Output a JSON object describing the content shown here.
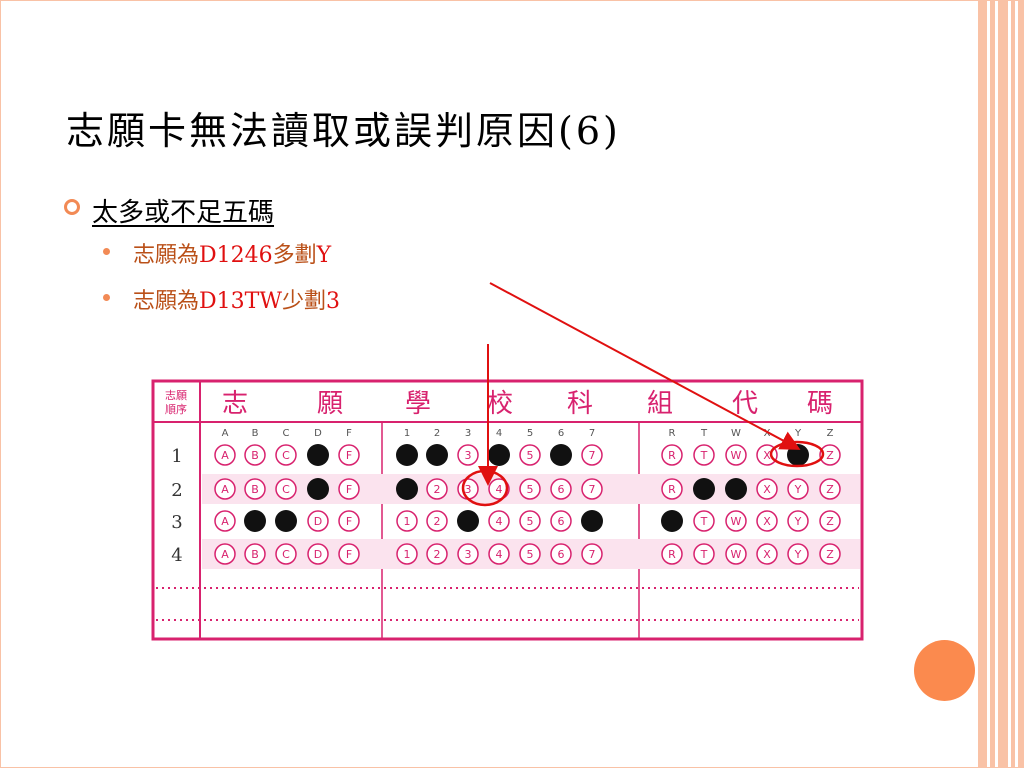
{
  "slide": {
    "title": "志願卡無法讀取或誤判原因(6)",
    "bullet": "太多或不足五碼",
    "sub1": {
      "prefix": "志願為",
      "code": "D1246",
      "suffix": "多劃",
      "extra": "Y"
    },
    "sub2": {
      "prefix": "志願為",
      "code": "D13TW",
      "suffix": "少劃",
      "extra": "3"
    }
  },
  "card": {
    "header_label_top": "志願",
    "header_label_bottom": "順序",
    "header_title_chars": [
      "志",
      "願",
      "學",
      "校",
      "科",
      "組",
      "代",
      "碼"
    ],
    "group1_letters": [
      "A",
      "B",
      "C",
      "D",
      "F"
    ],
    "group2_digits": [
      "1",
      "2",
      "3",
      "4",
      "5",
      "6",
      "7"
    ],
    "group3_letters": [
      "R",
      "T",
      "W",
      "X",
      "Y",
      "Z"
    ],
    "rows": [
      {
        "order": "1",
        "g1": [
          0,
          0,
          0,
          1,
          0
        ],
        "g2": [
          1,
          1,
          0,
          1,
          0,
          1,
          0
        ],
        "g3": [
          0,
          0,
          0,
          0,
          1,
          0
        ]
      },
      {
        "order": "2",
        "g1": [
          0,
          0,
          0,
          1,
          0
        ],
        "g2": [
          1,
          0,
          0,
          0,
          0,
          0,
          0
        ],
        "g3": [
          0,
          1,
          1,
          0,
          0,
          0
        ]
      },
      {
        "order": "3",
        "g1": [
          0,
          1,
          1,
          0,
          0
        ],
        "g2": [
          0,
          0,
          1,
          0,
          0,
          0,
          1
        ],
        "g3": [
          1,
          0,
          0,
          0,
          0,
          0
        ]
      },
      {
        "order": "4",
        "g1": [
          0,
          0,
          0,
          0,
          0
        ],
        "g2": [
          0,
          0,
          0,
          0,
          0,
          0,
          0
        ],
        "g3": [
          0,
          0,
          0,
          0,
          0,
          0
        ]
      }
    ]
  },
  "colors": {
    "frame_stripe": "#f9c2a6",
    "accent_orange": "#fb8a4e",
    "card_magenta": "#d8226e",
    "highlight_red": "#e01010"
  }
}
